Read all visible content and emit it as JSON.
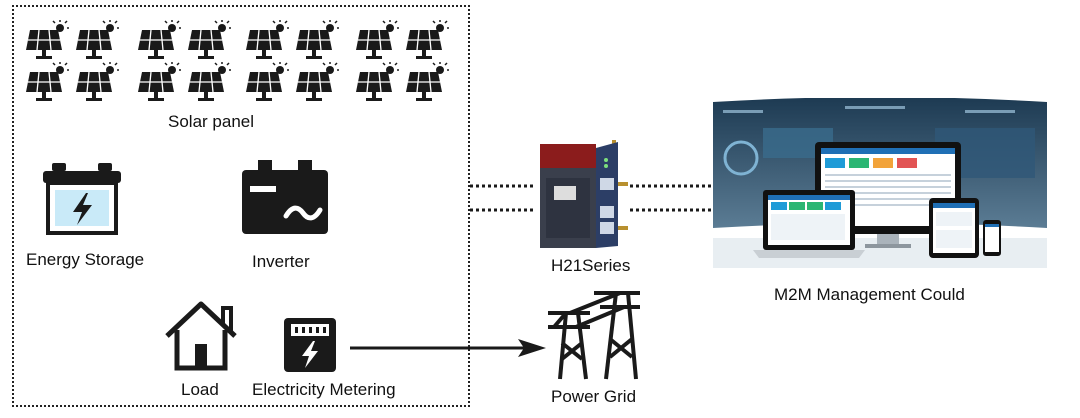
{
  "labels": {
    "solar_panel": "Solar panel",
    "energy_storage": "Energy Storage",
    "inverter": "Inverter",
    "load": "Load",
    "electricity_metering": "Electricity Metering",
    "router": "H21Series",
    "power_grid": "Power Grid",
    "cloud": "M2M Management Could"
  },
  "icons": {
    "solar_panel": "solar-panel-icon",
    "energy_storage": "battery-icon",
    "inverter": "inverter-icon",
    "load": "house-icon",
    "electricity_metering": "electric-meter-icon",
    "router": "industrial-router-icon",
    "power_grid": "power-tower-icon",
    "cloud": "dashboard-devices-icon"
  },
  "colors": {
    "router_body": "#2c3e66",
    "router_top": "#8b1c1c",
    "screen_blue": "#1f6fb5"
  }
}
